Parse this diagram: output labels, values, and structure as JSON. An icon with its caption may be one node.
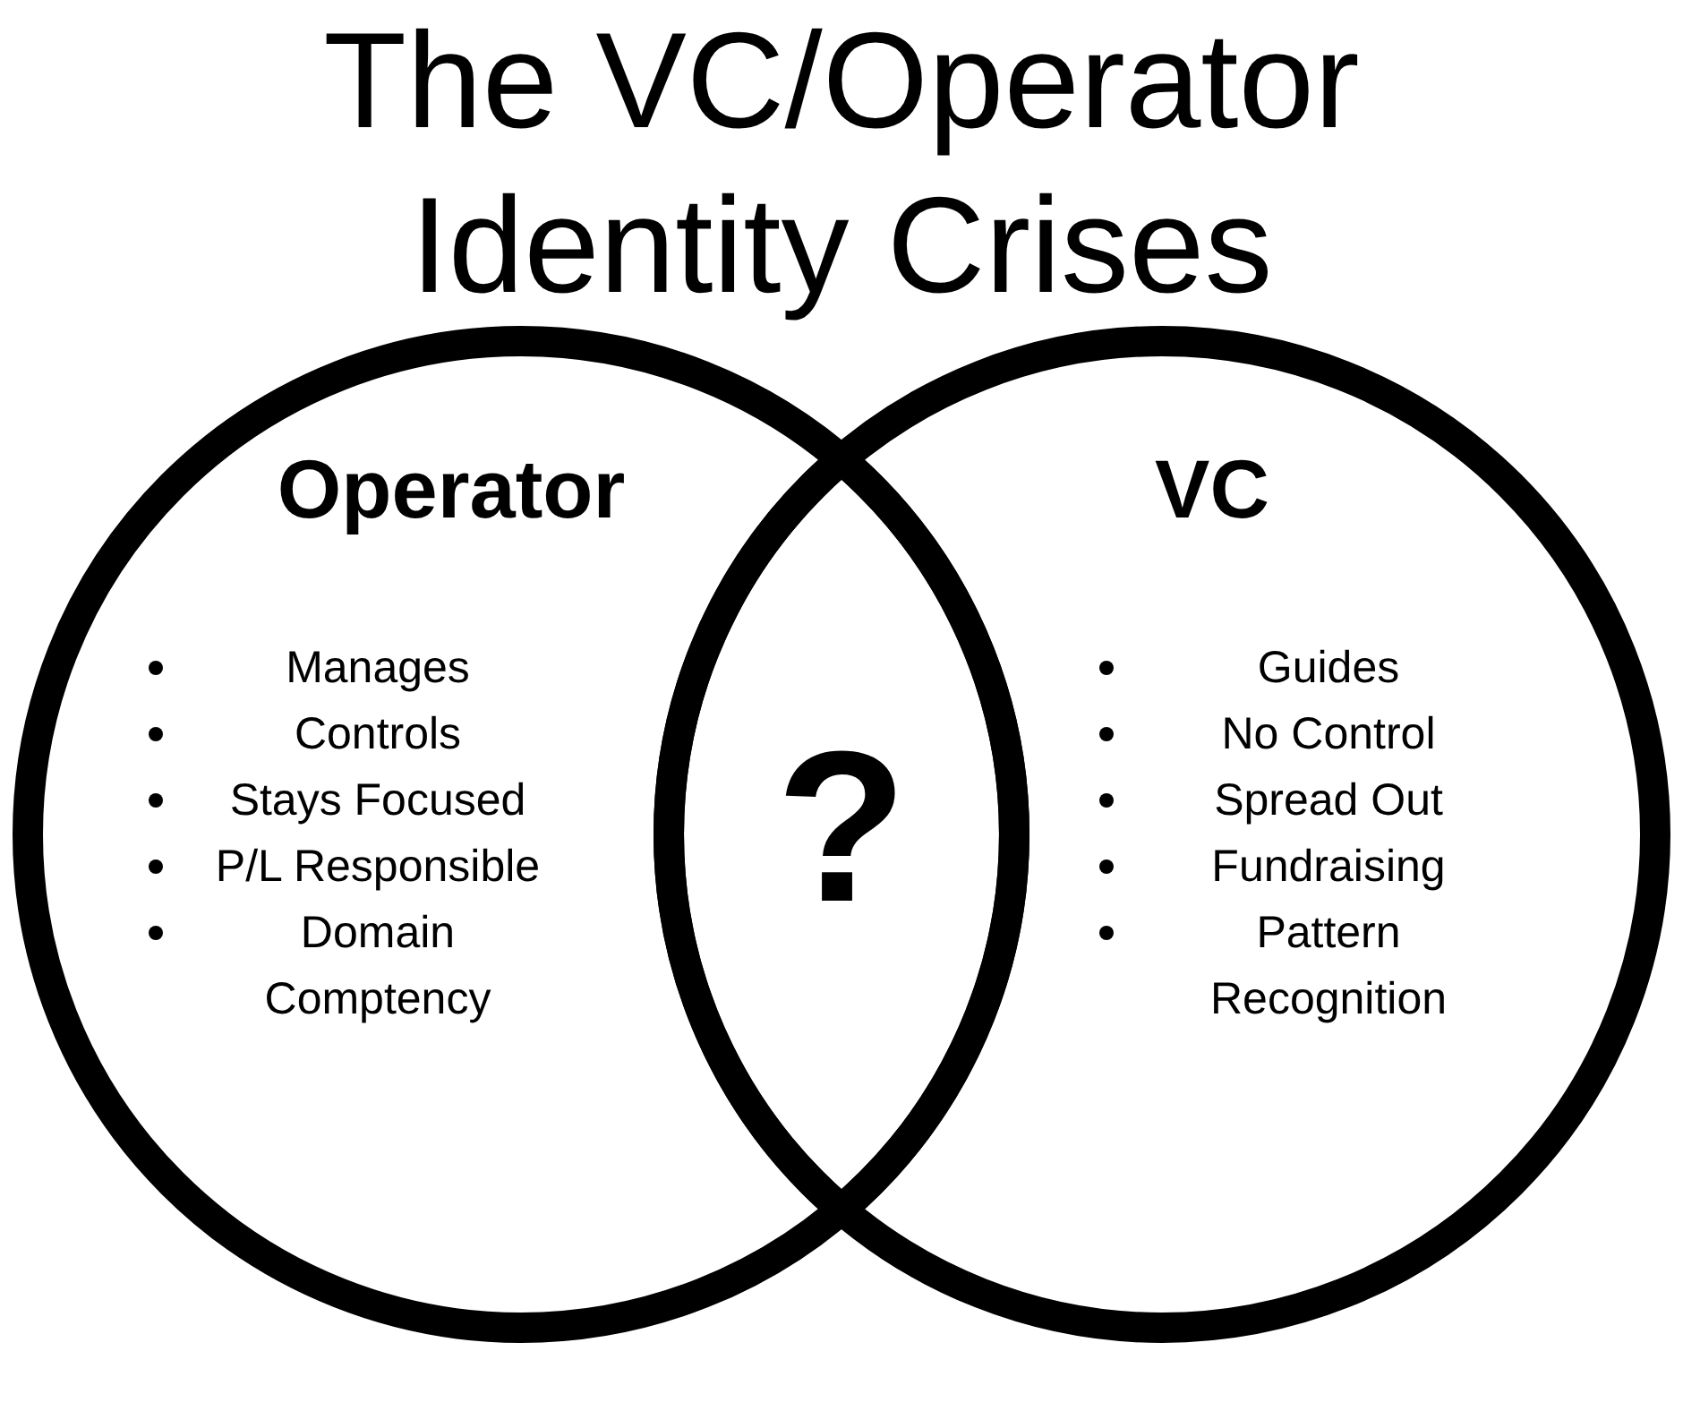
{
  "diagram": {
    "title": "The VC/Operator Identity Crises",
    "nodes": [
      {
        "text": [
          "Operator",
          "Manages",
          "Controls",
          "Stays Focused",
          "P/L Responsible",
          "Domain Comptency"
        ]
      },
      {
        "text": [
          "VC",
          "Guides",
          "No Control",
          "Spread Out",
          "Fundraising",
          "Pattern Recognition"
        ]
      },
      {
        "text": [
          "?"
        ]
      }
    ]
  }
}
